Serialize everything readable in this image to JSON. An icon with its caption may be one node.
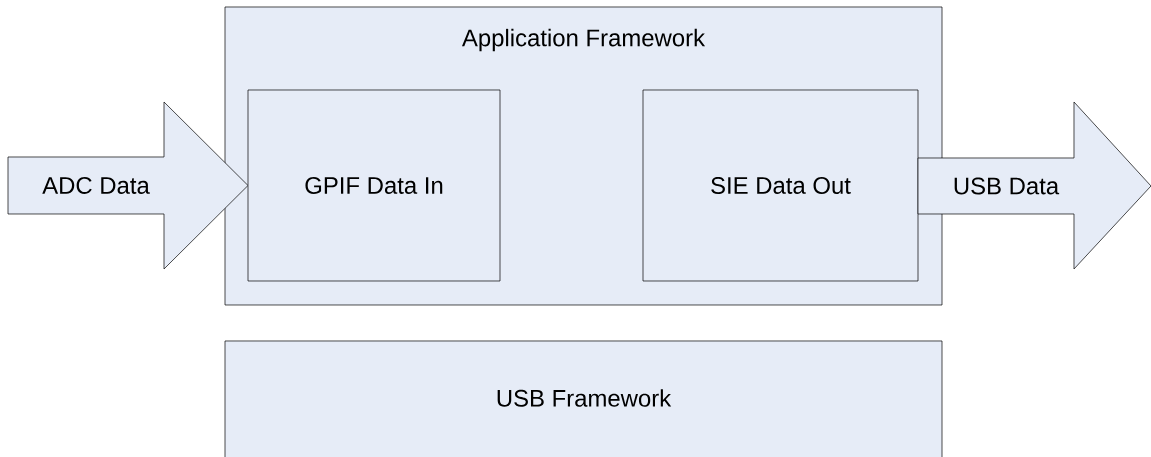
{
  "diagram": {
    "nodes": [
      {
        "text": [
          "Application Framework"
        ]
      },
      {
        "text": [
          "GPIF Data In"
        ],
        "in": 0
      },
      {
        "text": [
          "SIE Data Out"
        ],
        "in": 0
      },
      {
        "text": [
          "USB Framework"
        ]
      },
      {
        "text": [
          "ADC Data"
        ]
      },
      {
        "text": [
          "USB Data"
        ]
      }
    ]
  }
}
